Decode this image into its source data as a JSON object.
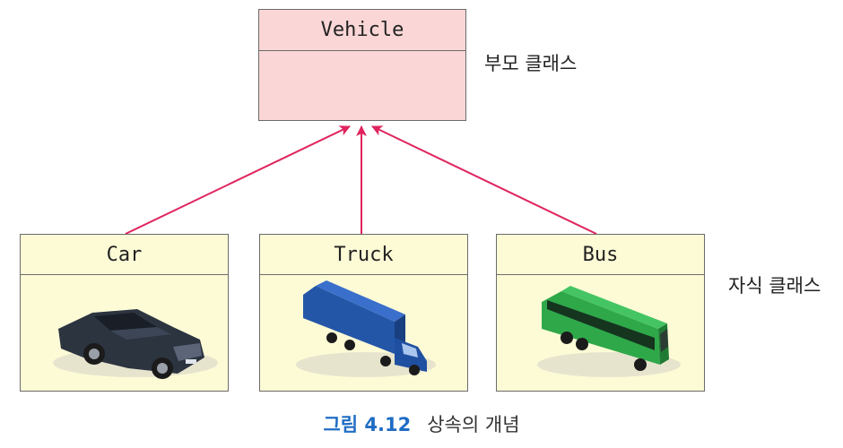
{
  "parent": {
    "class_name": "Vehicle",
    "label": "부모 클래스"
  },
  "children": {
    "label": "자식 클래스",
    "car": {
      "class_name": "Car"
    },
    "truck": {
      "class_name": "Truck"
    },
    "bus": {
      "class_name": "Bus"
    }
  },
  "caption": {
    "figure": "그림 4.12",
    "text": "상속의 개념"
  },
  "colors": {
    "parent_fill": "#fad6d6",
    "child_fill": "#fdfbd6",
    "arrow": "#e0245e",
    "caption_figure": "#1f6cc4",
    "car_body": "#2c3440",
    "truck_cab": "#2456a8",
    "bus_body": "#2fa84a"
  },
  "icons": [
    "car-image",
    "truck-image",
    "bus-image"
  ]
}
